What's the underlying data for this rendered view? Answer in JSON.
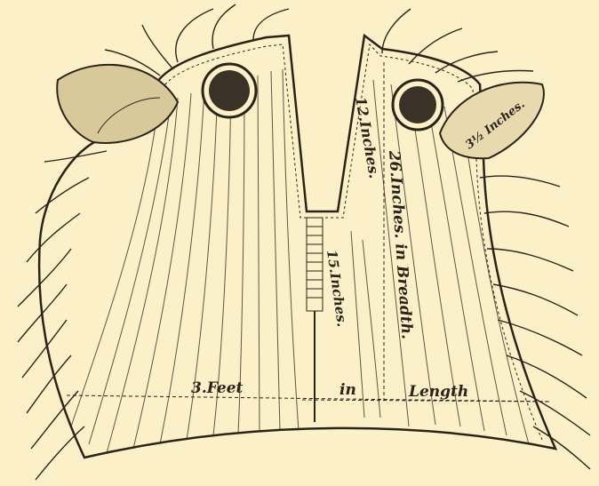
{
  "colors": {
    "paper": "#fbf0c8",
    "ink": "#2a2418"
  },
  "labels": {
    "upper_inner": "12.Inches.",
    "breadth": "26.Inches. in Breadth.",
    "lower_inner": "15.Inches.",
    "ear": "3½ Inches.",
    "length_a": "3.Feet",
    "length_b": "in",
    "length_c": "Length"
  }
}
